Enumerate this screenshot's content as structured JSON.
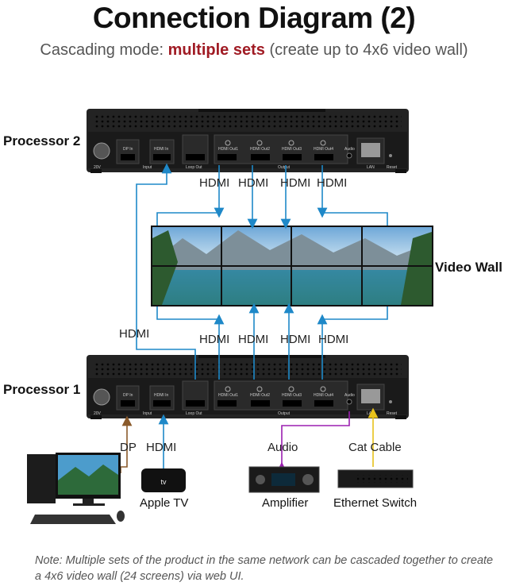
{
  "title": "Connection Diagram (2)",
  "subtitle": {
    "prefix": "Cascading mode: ",
    "highlight": "multiple sets",
    "suffix": " (create up to 4x6 video wall)"
  },
  "processors": [
    {
      "label": "Processor 2"
    },
    {
      "label": "Processor 1"
    }
  ],
  "panel_labels": {
    "dp_in": "DP In",
    "hdmi_in": "HDMI In",
    "input": "Input",
    "loop_out": "Loop Out",
    "out1": "HDMI Out1",
    "out2": "HDMI Out2",
    "out3": "HDMI Out3",
    "out4": "HDMI Out4",
    "output": "Output",
    "audio": "Audio",
    "lan": "LAN",
    "reset": "Reset",
    "power": "20V"
  },
  "video_wall_label": "Video Wall",
  "hdmi_label": "HDMI",
  "cascade_label": "HDMI",
  "source_labels": {
    "dp": "DP",
    "hdmi": "HDMI",
    "audio": "Audio",
    "cat": "Cat Cable"
  },
  "devices": {
    "pc": "",
    "apple_tv": "Apple TV",
    "amplifier": "Amplifier",
    "switch": "Ethernet Switch",
    "tv_logo": "tv"
  },
  "note": "Note: Multiple sets of the product in the same network can be cascaded together to create a 4x6 video wall (24 screens) via web UI.",
  "colors": {
    "hdmi": "#1e88c8",
    "audio": "#9b1fb0",
    "cat": "#e8c21a",
    "dp": "#8a5a2b",
    "accent": "#a01b24"
  }
}
